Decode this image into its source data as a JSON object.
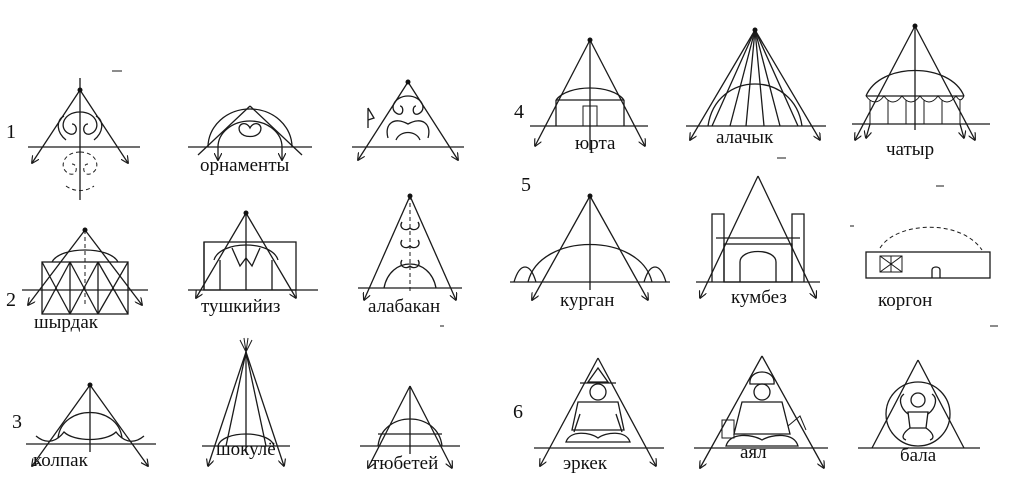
{
  "row_numbers": [
    "1",
    "2",
    "3",
    "4",
    "5",
    "6"
  ],
  "items": {
    "ornaments": "орнаменты",
    "shyrdak": "шырдак",
    "tushkiyiz": "тушкийиз",
    "alabakan": "алабакан",
    "kolpak": "колпак",
    "shokulyo": "шокулё",
    "tyubetey": "тюбетей",
    "yurta": "юрта",
    "alachyk": "алачык",
    "chatyr": "чатыр",
    "kurgan": "курган",
    "kumbez": "кумбез",
    "korgon": "коргон",
    "erkek": "эркек",
    "ayal": "аял",
    "bala": "бала"
  }
}
